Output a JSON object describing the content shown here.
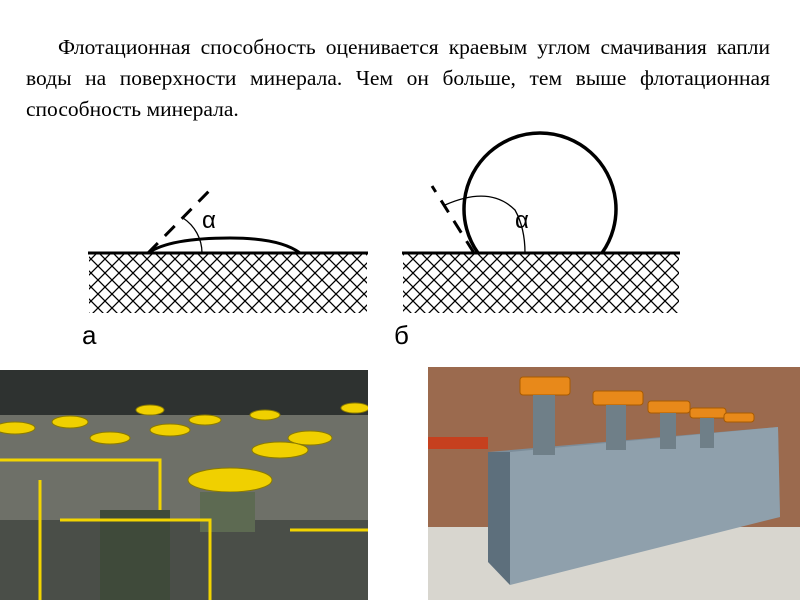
{
  "slide": {
    "paragraph": "Флотационная способность оценивается краевым углом смачивания капли воды на поверхности минерала. Чем он больше, тем выше флотационная способность минерала.",
    "diagram": {
      "angle_symbol": "α",
      "label_a": "а",
      "label_b": "б"
    }
  }
}
